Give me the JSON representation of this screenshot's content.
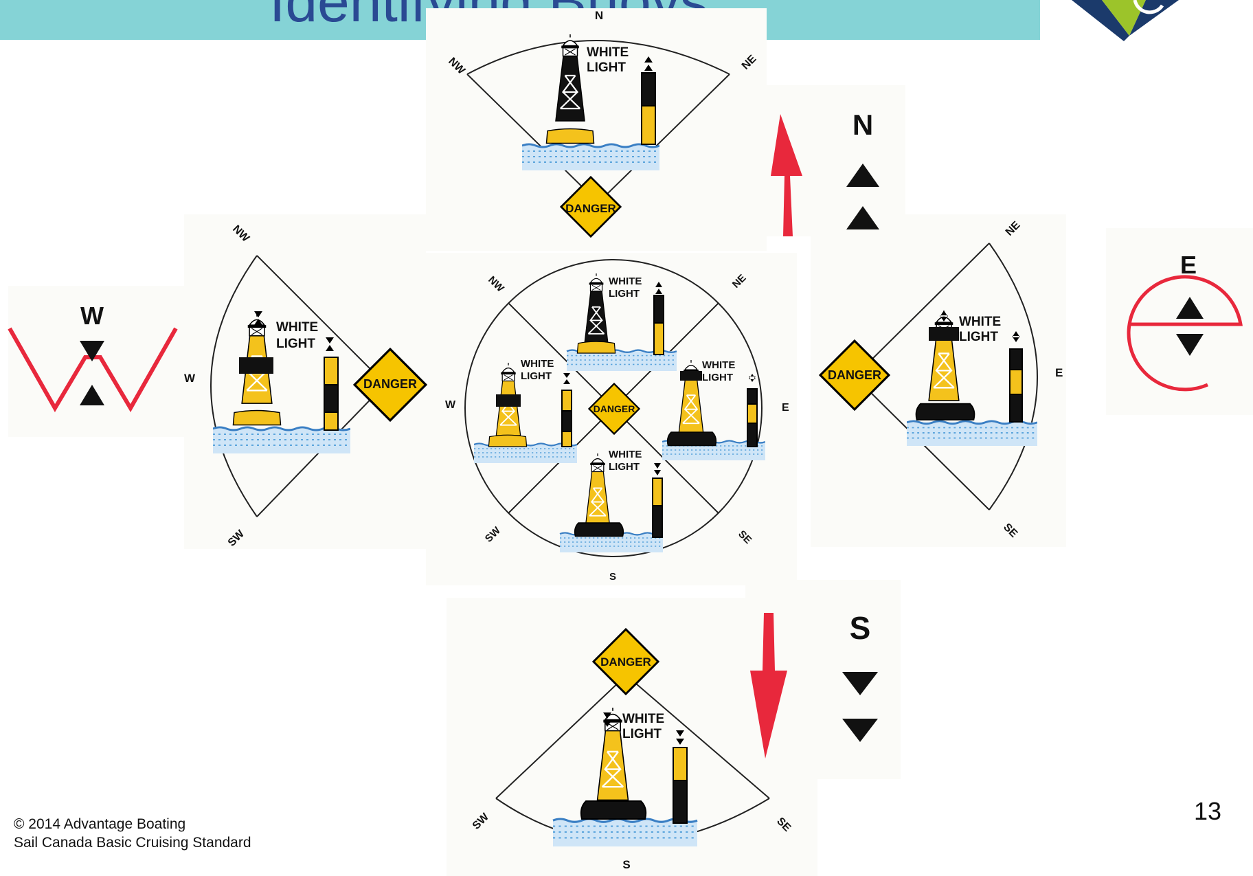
{
  "slide": {
    "title": "Identifying Buoys",
    "page_number": "13",
    "footer_line1": "© 2014 Advantage Boating",
    "footer_line2": "Sail Canada Basic Cruising Standard"
  },
  "labels": {
    "white_light": [
      "WHITE",
      "LIGHT"
    ],
    "danger": "DANGER",
    "compass": [
      "N",
      "NE",
      "E",
      "SE",
      "S",
      "SW",
      "W",
      "NW"
    ]
  },
  "legends": {
    "north": "N",
    "south": "S",
    "east": "E",
    "west": "W"
  },
  "colors": {
    "banner": "#85d3d6",
    "buoy_yellow": "#f4c21c",
    "buoy_black": "#111111",
    "danger_yellow": "#f6c400",
    "arrow_red": "#e8283c",
    "water_blue": "#5aa4dc",
    "logo_navy": "#1b3a6b",
    "logo_green": "#9cc42a"
  }
}
